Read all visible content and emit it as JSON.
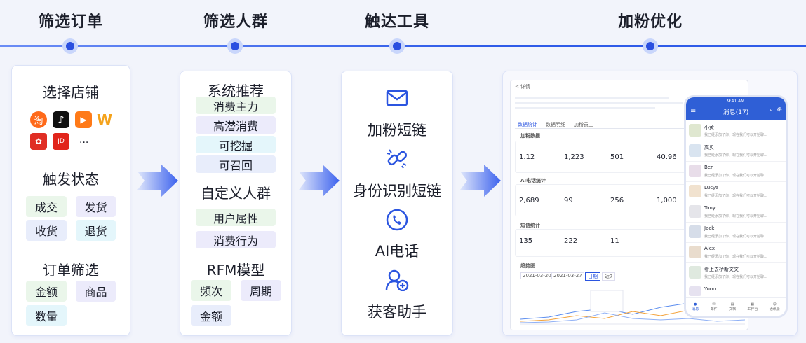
{
  "stages": [
    {
      "title": "筛选订单"
    },
    {
      "title": "筛选人群"
    },
    {
      "title": "触达工具"
    },
    {
      "title": "加粉优化"
    }
  ],
  "col1": {
    "store_title": "选择店铺",
    "store_icons": [
      "taobao-icon",
      "douyin-icon",
      "kuaishou-icon",
      "weidian-icon",
      "pinduoduo-icon",
      "jd-icon"
    ],
    "more": "...",
    "status_title": "触发状态",
    "status_chips": [
      "成交",
      "发货",
      "收货",
      "退货"
    ],
    "filter_title": "订单筛选",
    "filter_chips": [
      "金额",
      "商品",
      "数量"
    ]
  },
  "col2": {
    "rec_title": "系统推荐",
    "rec_chips": [
      "消费主力",
      "高潜消费",
      "可挖掘",
      "可召回"
    ],
    "custom_title": "自定义人群",
    "custom_chips": [
      "用户属性",
      "消费行为"
    ],
    "rfm_title": "RFM模型",
    "rfm_chips": [
      "频次",
      "周期",
      "金额"
    ]
  },
  "col3": {
    "tools": [
      {
        "label": "加粉短链",
        "icon": "mail-icon"
      },
      {
        "label": "身份识别短链",
        "icon": "link-icon"
      },
      {
        "label": "AI电话",
        "icon": "phone-icon"
      },
      {
        "label": "获客助手",
        "icon": "user-add-icon"
      }
    ]
  },
  "col4": {
    "dash": {
      "back": "< 详情",
      "tabs": [
        "数据统计",
        "数据明细",
        "加粉员工"
      ],
      "section1": "加粉数据",
      "stats1": [
        "1.12",
        "1,223",
        "501",
        "40.96"
      ],
      "section2": "AI电话统计",
      "stats2": [
        "2,689",
        "99",
        "256",
        "1,000"
      ],
      "section3": "短信统计",
      "stats3": [
        "135",
        "222",
        "11"
      ],
      "section4": "趋势图",
      "date_from": "2021-03-20",
      "date_to": "2021-03-27",
      "btn_day": "日期",
      "btn_week": "近7"
    },
    "phone": {
      "time": "9:41 AM",
      "title": "消息(17)",
      "contacts": [
        "小黄",
        "高贝",
        "Ben",
        "Lucya",
        "Tony",
        "Jack",
        "Alex",
        "看上去桥新文文",
        "Yuoo"
      ],
      "preview": "我已经添加了你，现在我们可以开始聊...",
      "nav": [
        "消息",
        "邮件",
        "文档",
        "工作台",
        "通讯录"
      ]
    }
  }
}
